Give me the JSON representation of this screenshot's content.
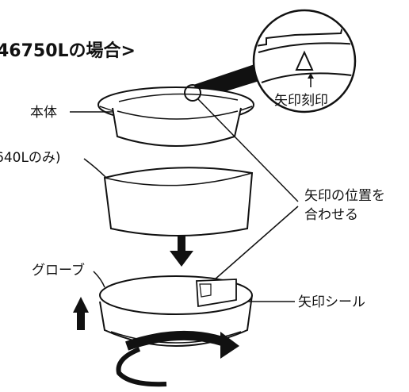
{
  "header": {
    "text": "46750Lの場合>"
  },
  "labels": {
    "body": "本体",
    "partial_left": "640Lのみ)",
    "arrow_engraving": "矢印刻印",
    "align_arrows_line1": "矢印の位置を",
    "align_arrows_line2": "合わせる",
    "globe": "グローブ",
    "arrow_sticker": "矢印シール"
  }
}
